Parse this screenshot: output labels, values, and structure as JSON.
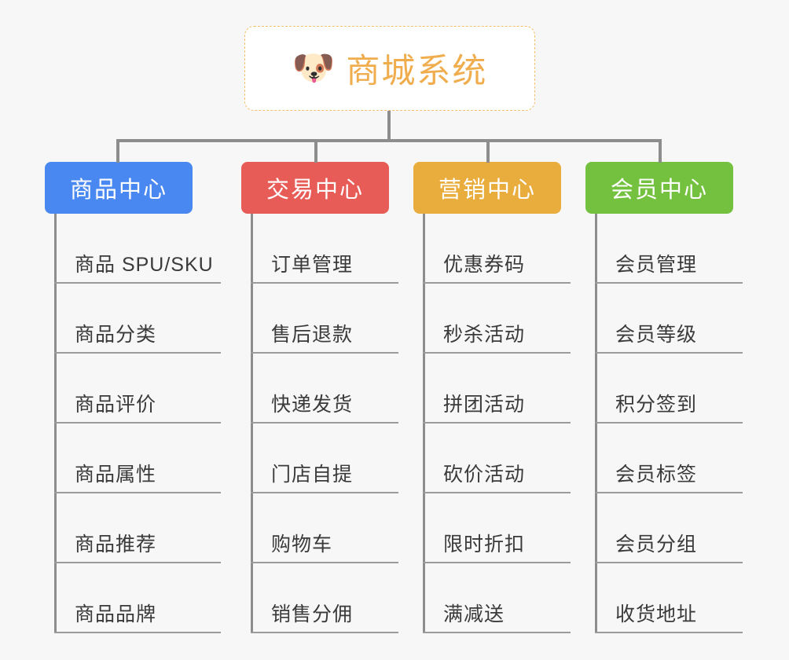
{
  "root": {
    "icon": "shiba-dog-face-emoji",
    "icon_glyph": "🐶",
    "title": "商城系统",
    "accent_color": "#f0ad4e",
    "border_color": "#f2c06a",
    "background": "#ffffff"
  },
  "canvas": {
    "background_color": "#f7f7f7",
    "connector_color": "#8d8d8d"
  },
  "branches": [
    {
      "title": "商品中心",
      "color": "#4988f0",
      "leaves": [
        "商品 SPU/SKU",
        "商品分类",
        "商品评价",
        "商品属性",
        "商品推荐",
        "商品品牌"
      ]
    },
    {
      "title": "交易中心",
      "color": "#e85c57",
      "leaves": [
        "订单管理",
        "售后退款",
        "快递发货",
        "门店自提",
        "购物车",
        "销售分佣"
      ]
    },
    {
      "title": "营销中心",
      "color": "#e8ad3c",
      "leaves": [
        "优惠券码",
        "秒杀活动",
        "拼团活动",
        "砍价活动",
        "限时折扣",
        "满减送"
      ]
    },
    {
      "title": "会员中心",
      "color": "#73c13e",
      "leaves": [
        "会员管理",
        "会员等级",
        "积分签到",
        "会员标签",
        "会员分组",
        "收货地址"
      ]
    }
  ]
}
